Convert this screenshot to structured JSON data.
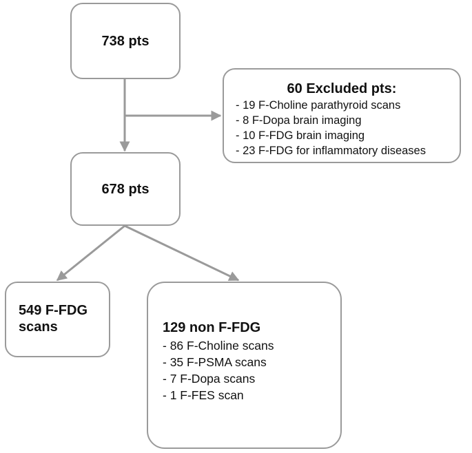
{
  "flowchart": {
    "total": {
      "label": "738 pts"
    },
    "excluded": {
      "title": "60 Excluded pts:",
      "items": [
        "- 19 F-Choline parathyroid scans",
        "- 8 F-Dopa brain imaging",
        "- 10 F-FDG brain imaging",
        "- 23 F-FDG for inflammatory diseases"
      ]
    },
    "included": {
      "label": "678 pts"
    },
    "fdg": {
      "label": "549 F-FDG scans"
    },
    "non_fdg": {
      "title": "129 non F-FDG",
      "items": [
        "- 86 F-Choline scans",
        "- 35 F-PSMA scans",
        "- 7 F-Dopa scans",
        "- 1 F-FES scan"
      ]
    }
  },
  "colors": {
    "connector": "#9a9a9a",
    "border": "#9a9a9a",
    "text": "#111111"
  }
}
